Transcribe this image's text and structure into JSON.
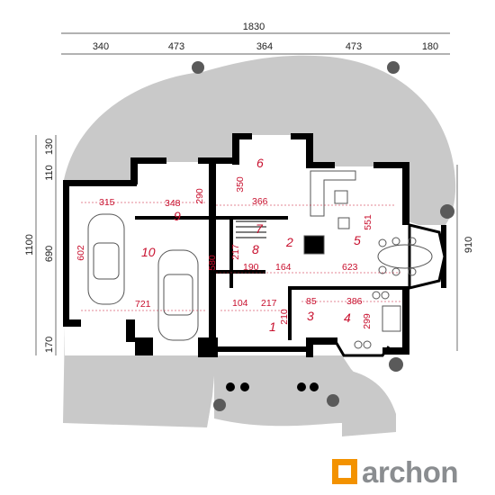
{
  "overall_width": "1830",
  "overall_depth": "1100",
  "top_dims": [
    "340",
    "473",
    "364",
    "473",
    "180"
  ],
  "left_dims": [
    "130",
    "110",
    "690",
    "170"
  ],
  "right_dims": [
    "910"
  ],
  "rooms": [
    "1",
    "2",
    "3",
    "4",
    "5",
    "6",
    "7",
    "8",
    "9",
    "10"
  ],
  "inner_dims": [
    "315",
    "348",
    "290",
    "350",
    "366",
    "602",
    "580",
    "217",
    "190",
    "164",
    "623",
    "551",
    "721",
    "104",
    "217",
    "210",
    "85",
    "386",
    "299"
  ],
  "logo": {
    "text": "archon",
    "mark": "archon-logo-icon"
  },
  "colors": {
    "wall": "#000000",
    "terrace": "#c9c9c9",
    "dim_red": "#c8102e",
    "logo_orange": "#f39200",
    "logo_gray": "#8a8d90"
  }
}
